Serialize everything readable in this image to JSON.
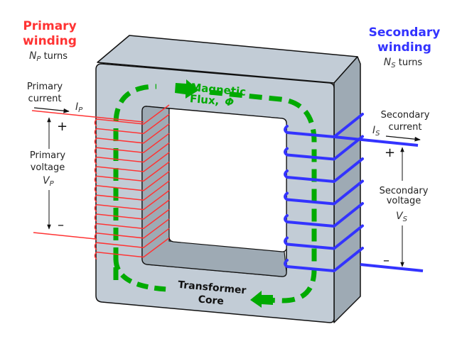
{
  "colors": {
    "primary": "#ff3333",
    "secondary": "#3333ff",
    "flux": "#00aa00",
    "core_front": "#c2ccd6",
    "core_shadow": "#9eaab4"
  },
  "primary": {
    "title_line1": "Primary",
    "title_line2": "winding",
    "turns_symbol": "N",
    "turns_sub": "P",
    "turns_label": " turns",
    "current_line1": "Primary",
    "current_line2": "current",
    "current_symbol": "I",
    "current_sub": "P",
    "plus": "+",
    "minus": "–",
    "voltage_line1": "Primary",
    "voltage_line2": "voltage",
    "voltage_symbol": "V",
    "voltage_sub": "P"
  },
  "secondary": {
    "title_line1": "Secondary",
    "title_line2": "winding",
    "turns_symbol": "N",
    "turns_sub": "S",
    "turns_label": " turns",
    "current_line1": "Secondary",
    "current_line2": "current",
    "current_symbol": "I",
    "current_sub": "S",
    "plus": "+",
    "minus": "–",
    "voltage_line1": "Secondary",
    "voltage_line2": "voltage",
    "voltage_symbol": "V",
    "voltage_sub": "S"
  },
  "flux": {
    "line1": "Magnetic",
    "line2": "Flux,",
    "symbol": "Φ"
  },
  "core": {
    "line1": "Transformer",
    "line2": "Core"
  }
}
